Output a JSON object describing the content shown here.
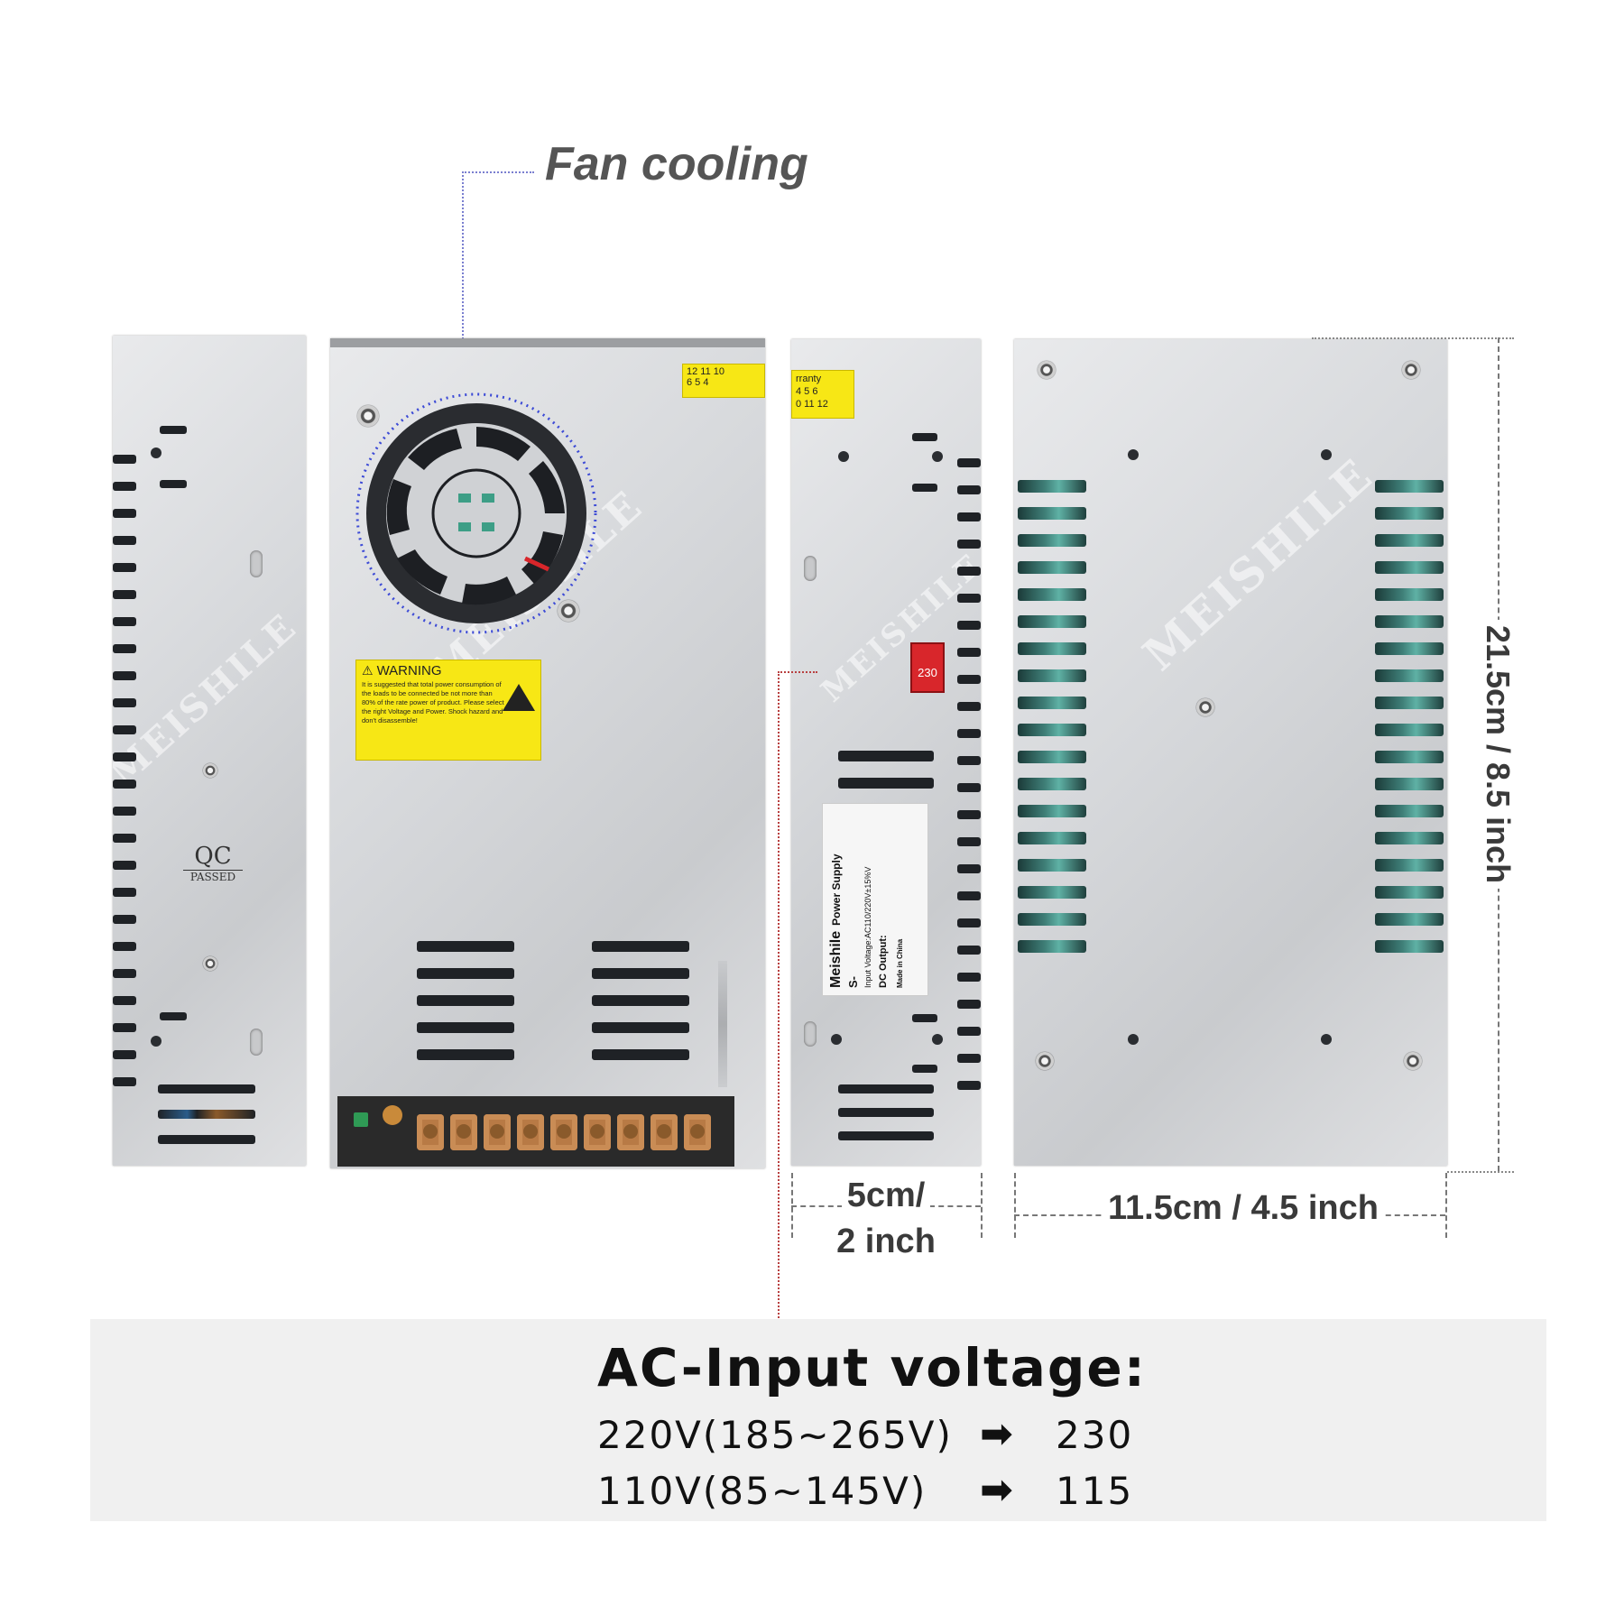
{
  "callouts": {
    "fan_cooling": "Fan cooling"
  },
  "dimensions": {
    "length": "21.5cm / 8.5 inch",
    "width": "11.5cm / 4.5 inch",
    "height_line1": "5cm/",
    "height_line2": "2 inch"
  },
  "product": {
    "watermark": "MEISHILE",
    "qc_line1": "QC",
    "qc_line2": "PASSED",
    "warning_title": "WARNING",
    "warning_text": "It is suggested that total power consumption of the loads to be connected be not more than 80% of the rate power of product. Please select the right Voltage and Power. Shock hazard and don't disassemble!",
    "switch_value": "230",
    "label_brand": "Meishile",
    "label_type": "Power Supply",
    "label_model": "S-",
    "label_input": "Input Voltage:AC110/220V±15%V",
    "label_output": "DC Output:",
    "label_origin": "Made in China"
  },
  "info_box": {
    "title": "AC-Input voltage:",
    "rows": [
      {
        "range": "220V(185~265V)",
        "setting": "230"
      },
      {
        "range": "110V(85~145V)",
        "setting": "115"
      }
    ]
  },
  "colors": {
    "panel": "#d7d9dc",
    "info_box_bg": "#f0f0f0",
    "label_yellow": "#f7e715",
    "switch_red": "#d8262b",
    "fan_outline": "#3d4bd6"
  }
}
